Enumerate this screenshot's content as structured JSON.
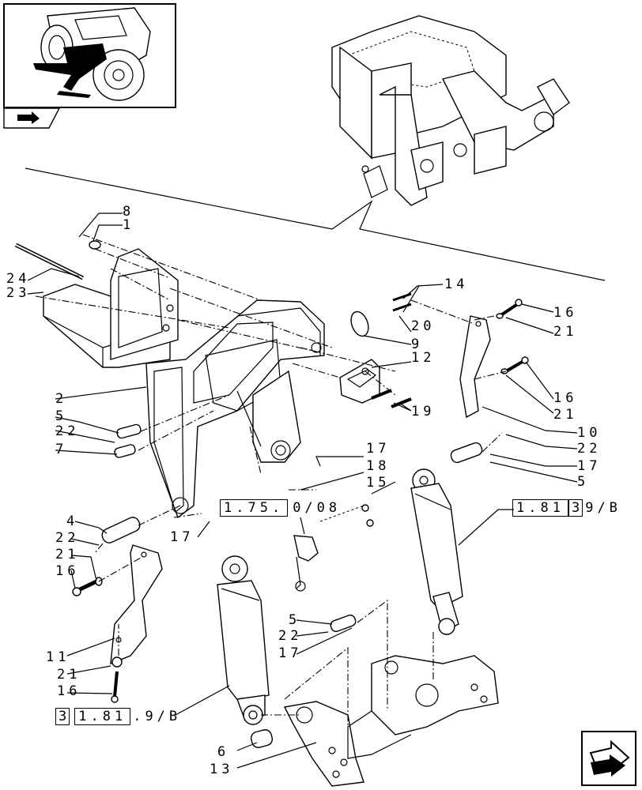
{
  "callouts": {
    "c8": "8",
    "c1": "1",
    "c24": "24",
    "c23": "23",
    "c14": "14",
    "c20": "20",
    "c9": "9",
    "c16a": "16",
    "c21a": "21",
    "c12": "12",
    "c2": "2",
    "c5a": "5",
    "c22a": "22",
    "c7": "7",
    "c19": "19",
    "c16b": "16",
    "c21b": "21",
    "c10": "10",
    "c22b": "22",
    "c17a": "17",
    "c5b": "5",
    "c17b": "17",
    "c18": "18",
    "c15": "15",
    "c4": "4",
    "c22c": "22",
    "c21c": "21",
    "c16c": "16",
    "c17c": "17",
    "c5c": "5",
    "c22d": "22",
    "c17d": "17",
    "c11": "11",
    "c21d": "21",
    "c16d": "16",
    "c6": "6",
    "c13": "13"
  },
  "references": {
    "ref_175": {
      "main": "1.75.",
      "suffix": "0/08"
    },
    "ref_181_39": {
      "main": "1.81",
      "box": "3",
      "suffix": "9/B"
    },
    "ref_3_181": {
      "box": "3",
      "main": "1.81",
      "suffix": ".9/B"
    }
  },
  "icons": {
    "thumbnail": "tractor-thumbnail-icon",
    "nav_top": "page-arrow-icon",
    "nav_bottom": "next-page-arrow-icon"
  }
}
